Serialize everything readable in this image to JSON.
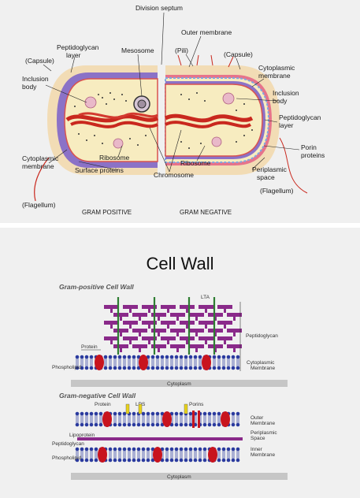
{
  "top_diagram": {
    "labels": {
      "division_septum": "Division septum",
      "outer_membrane": "Outer membrane",
      "peptidoglycan_layer_left": "Peptidoglycan\nlayer",
      "mesosome": "Mesosome",
      "pili": "(Pili)",
      "capsule_right": "(Capsule)",
      "capsule_left": "(Capsule)",
      "cytoplasmic_membrane_right": "Cytoplasmic\nmembrane",
      "inclusion_body_left": "Inclusion\nbody",
      "inclusion_body_right": "Inclusion\nbody",
      "peptidoglycan_layer_right": "Peptidoglycan\nlayer",
      "porin_proteins": "Porin\nproteins",
      "cytoplasmic_membrane_left": "Cytoplasmic\nmembrane",
      "ribosome_left": "Ribosome",
      "ribosome_right": "Ribosome",
      "periplasmic_space": "Periplasmic\nspace",
      "surface_proteins": "Surface proteins",
      "chromosome": "Chromosome",
      "flagellum_right": "(Flagellum)",
      "flagellum_left": "(Flagellum)",
      "gram_positive": "GRAM POSITIVE",
      "gram_negative": "GRAM NEGATIVE"
    }
  },
  "title": "Cell Wall",
  "bottom_diagram": {
    "gram_positive_title": "Gram-positive Cell Wall",
    "lta": "LTA",
    "peptidoglycan": "Peptidoglycan",
    "protein": "Protein",
    "phospholipid": "Phospholipid",
    "cytoplasmic_membrane": "Cytoplasmic\nMembrane",
    "cytoplasm_1": "Cytoplasm",
    "gram_negative_title": "Gram-negative Cell Wall",
    "protein_neg": "Protein",
    "lps": "LPS",
    "porins": "Porins",
    "outer_membrane": "Outer\nMembrane",
    "lipoprotein": "Lipoprotein",
    "peptidoglycan_neg": "Peptidoglycan",
    "periplasmic_space": "Periplasmic\nSpace",
    "phospholipid_neg": "Phospholipid",
    "inner_membrane": "Inner\nMembrane",
    "cytoplasm_2": "Cytoplasm"
  },
  "colors": {
    "capsule": "#f2dcb5",
    "peptidoglycan": "#8b72c7",
    "cytoplasm": "#f7ecc0",
    "membrane_red": "#e05050",
    "chromosome": "#c9281e",
    "purple_bar": "#8a2a8a",
    "green_lta": "#2e7d32",
    "blue_head": "#2a3a9e",
    "red_protein": "#c8141e",
    "yellow_lps": "#e8d21a"
  }
}
